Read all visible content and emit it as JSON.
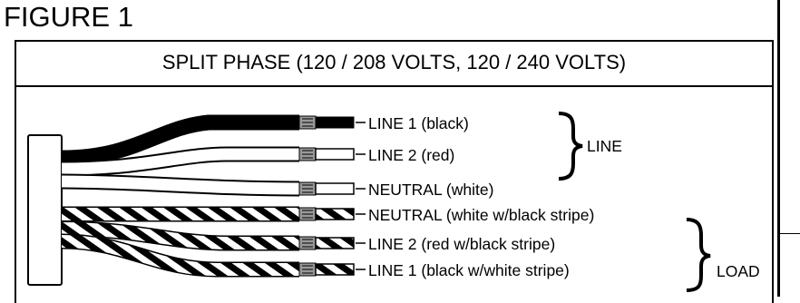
{
  "figure_label": "FIGURE 1",
  "panel_title": "SPLIT PHASE (120 / 208 VOLTS, 120 / 240 VOLTS)",
  "wire_labels": {
    "line1_black": "LINE 1 (black)",
    "line2_red": "LINE 2 (red)",
    "neutral_white": "NEUTRAL (white)",
    "neutral_striped": "NEUTRAL (white w/black stripe)",
    "line2_striped": "LINE 2 (red w/black stripe)",
    "line1_striped": "LINE 1 (black w/white stripe)"
  },
  "groups": {
    "line": "LINE",
    "load": "LOAD"
  },
  "colors": {
    "ink": "#000000",
    "paper": "#ffffff"
  }
}
